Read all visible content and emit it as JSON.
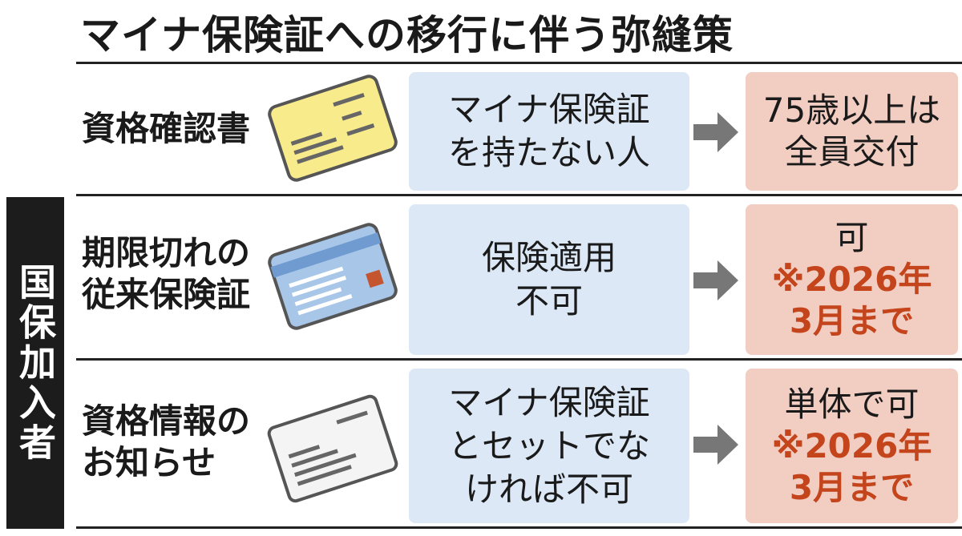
{
  "title": "マイナ保険証への移行に伴う弥縫策",
  "side_label": "国保加入者",
  "colors": {
    "blue_box": "#dce8f6",
    "pink_box": "#f2cdc2",
    "note": "#c4441c",
    "arrow": "#777777"
  },
  "rows": [
    {
      "label": [
        "資格確認書"
      ],
      "condition": [
        "マイナ保険証",
        "を持たない人"
      ],
      "result": [
        "75歳以上は",
        "全員交付"
      ],
      "note": [],
      "card": "yellow-card-icon"
    },
    {
      "label": [
        "期限切れの",
        "従来保険証"
      ],
      "condition": [
        "保険適用",
        "不可"
      ],
      "result": [
        "可"
      ],
      "note": [
        "※2026年",
        "3月まで"
      ],
      "card": "blue-card-icon"
    },
    {
      "label": [
        "資格情報の",
        "お知らせ"
      ],
      "condition": [
        "マイナ保険証",
        "とセットでな",
        "ければ不可"
      ],
      "result": [
        "単体で可"
      ],
      "note": [
        "※2026年",
        "3月まで"
      ],
      "card": "white-card-icon"
    }
  ]
}
